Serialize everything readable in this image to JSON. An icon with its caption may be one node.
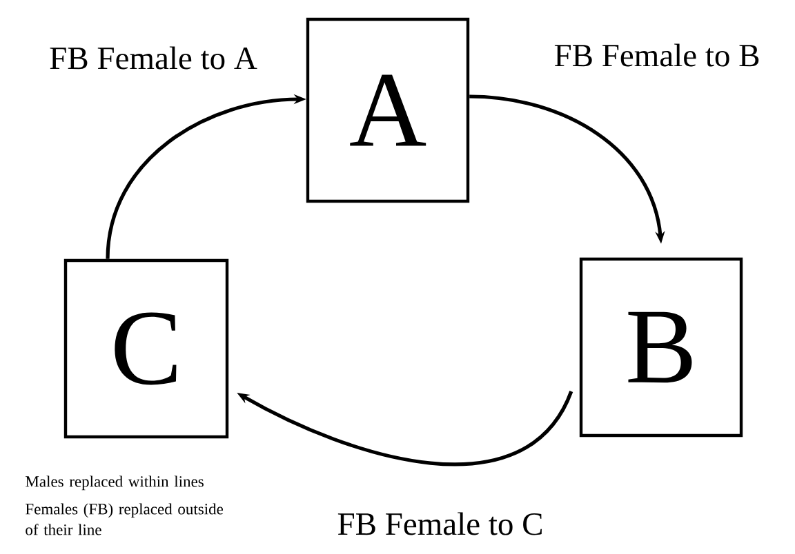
{
  "diagram": {
    "nodes": [
      {
        "text": [
          "A"
        ]
      },
      {
        "text": [
          "B"
        ]
      },
      {
        "text": [
          "C"
        ]
      }
    ],
    "edges": [
      {
        "from": 2,
        "to": 0,
        "arrow": "to",
        "label": "FB Female to A"
      },
      {
        "from": 0,
        "to": 1,
        "arrow": "to",
        "label": "FB Female to B"
      },
      {
        "from": 1,
        "to": 2,
        "arrow": "to",
        "label": "FB Female to C"
      }
    ],
    "labels": [
      "Males replaced within lines",
      "Females (FB) replaced outside of their line"
    ]
  }
}
